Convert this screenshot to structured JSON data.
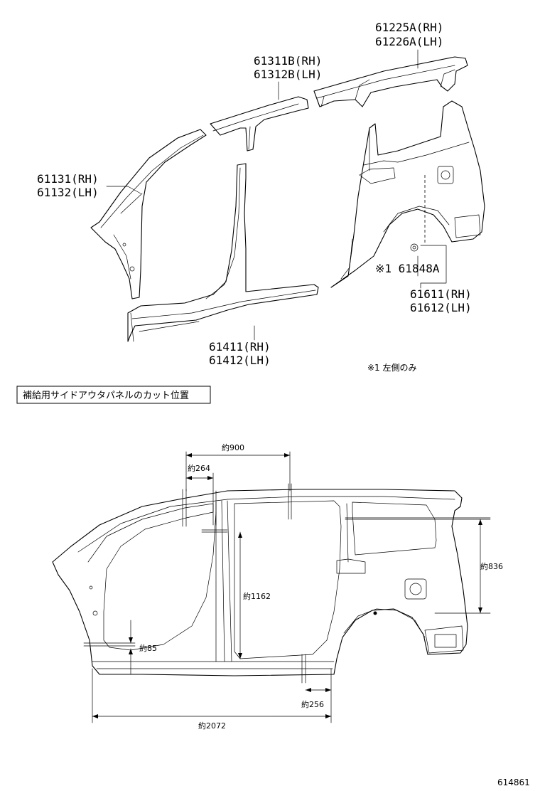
{
  "parts": {
    "roof_rail_rear": [
      "61225A(RH)",
      "61226A(LH)"
    ],
    "roof_rail_center": [
      "61311B(RH)",
      "61312B(LH)"
    ],
    "front_pillar": [
      "61131(RH)",
      "61132(LH)"
    ],
    "rear_panel_sub": "※1 61848A",
    "quarter_panel": [
      "61611(RH)",
      "61612(LH)"
    ],
    "rocker_panel": [
      "61411(RH)",
      "61412(LH)"
    ]
  },
  "footnote": "※1 左側のみ",
  "section_title": "補給用サイドアウタパネルのカット位置",
  "dimensions": {
    "d900": "約900",
    "d264": "約264",
    "d1162": "約1162",
    "d85": "約85",
    "d836": "約836",
    "d256": "約256",
    "d2072": "約2072"
  },
  "figure_id": "614861"
}
